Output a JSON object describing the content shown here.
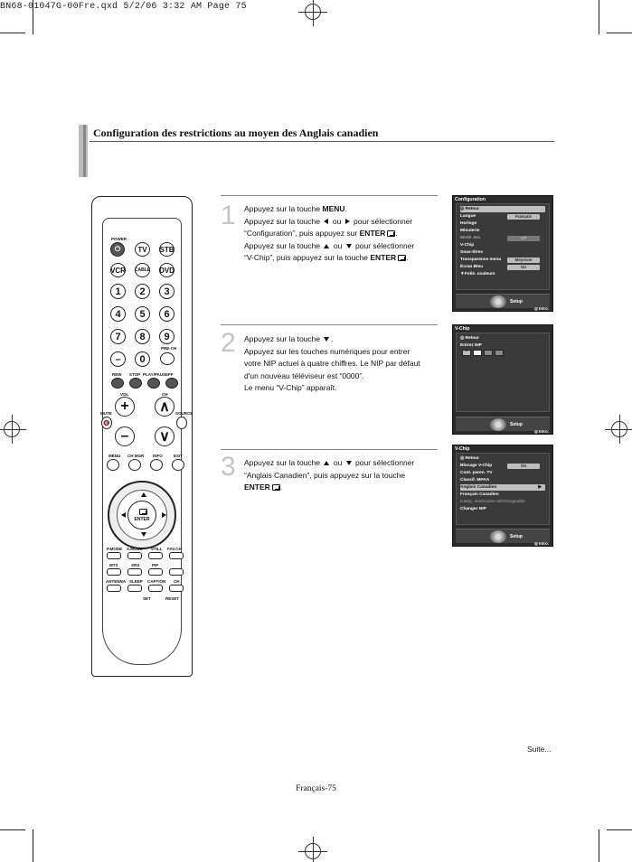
{
  "header": {
    "file_line": "BN68-01047G-00Fre.qxd  5/2/06  3:32 AM  Page 75"
  },
  "section": {
    "title": "Configuration des restrictions au moyen des Anglais canadien"
  },
  "remote": {
    "power": "POWER",
    "tv": "TV",
    "stb": "STB",
    "vcr": "VCR",
    "cable": "CABLE",
    "dvd": "DVD",
    "digits": [
      "1",
      "2",
      "3",
      "4",
      "5",
      "6",
      "7",
      "8",
      "9",
      "–",
      "0"
    ],
    "pre_ch": "PRE-CH",
    "rew": "REW",
    "stop": "STOP",
    "play_pause": "PLAY/PAUSE",
    "ff": "FF",
    "vol": "VOL",
    "ch": "CH",
    "mute": "MUTE",
    "source": "SOURCE",
    "menu": "MENU",
    "ch_mgr": "CH MGR",
    "info": "INFO",
    "exit": "EXIT",
    "enter": "ENTER",
    "row1": [
      "P.MODE",
      "S.MODE",
      "STILL",
      "FAV.CH"
    ],
    "row2": [
      "MTS",
      "SRS",
      "PIP",
      ""
    ],
    "row3": [
      "ANTENNA",
      "SLEEP",
      "CAPTION",
      "CH"
    ],
    "set": "SET",
    "reset": "RESET"
  },
  "steps": [
    {
      "number": "1",
      "l1a": "Appuyez sur la touche ",
      "l1b": "MENU",
      "l1c": ".",
      "l2a": "Appuyez sur la touche ",
      "l2b": " ou ",
      "l2c": " pour sélectionner",
      "l3a": "“Configuration”, puis appuyez sur ",
      "l3b": "ENTER",
      "l3c": ".",
      "l4a": "Appuyez sur la touche ",
      "l4b": " ou ",
      "l4c": " pour sélectionner",
      "l5a": "“V-Chip”, puis appuyez sur la touche ",
      "l5b": "ENTER",
      "l5c": "."
    },
    {
      "number": "2",
      "l1a": "Appuyez sur la touche ",
      "l1c": ".",
      "l2": "Appuyez sur les touches numériques pour entrer",
      "l3": "votre NIP actuel à quatre chiffres. Le NIP par défaut",
      "l4": "d'un nouveau téléviseur est “0000”.",
      "l5": "Le menu “V-Chip” apparaît."
    },
    {
      "number": "3",
      "l1a": "Appuyez sur la touche ",
      "l1b": " ou ",
      "l1c": " pour sélectionner",
      "l2": "“Anglais Canadien”, puis appuyez sur la touche",
      "l3b": "ENTER",
      "l3c": "."
    }
  ],
  "screens": {
    "s1": {
      "title": "Configuration",
      "items": [
        "◎ Retour",
        "Langue",
        "Horloge",
        "Minuterie",
        "Mode Jeu",
        "V-Chip",
        "Sous-titres",
        "Transparence menu",
        "Écran Bleu",
        "▼Folié. couleurs"
      ],
      "values": {
        "langue": "Français",
        "mode_jeu": "Off",
        "transparence": "Moyenne",
        "ecran_bleu": "On"
      },
      "setup": "Setup",
      "info": "◎ Intro."
    },
    "s2": {
      "title": "V-Chip",
      "items": [
        "◎ Retour",
        "Entrez NIP"
      ],
      "pin_first": "*",
      "setup": "Setup",
      "info": "◎ Intro."
    },
    "s3": {
      "title": "V-Chip",
      "items": [
        "◎ Retour",
        "Blocage V-Chip",
        "Cont. paren. TV",
        "Classif. MPAA",
        "Anglais Canadien",
        "Français Canadien",
        "Catég. américaine téléchargeable",
        "Changer NIP"
      ],
      "blocage_value": "On",
      "setup": "Setup",
      "info": "◎ Intro."
    }
  },
  "suite": "Suite...",
  "footer": "Français-75"
}
